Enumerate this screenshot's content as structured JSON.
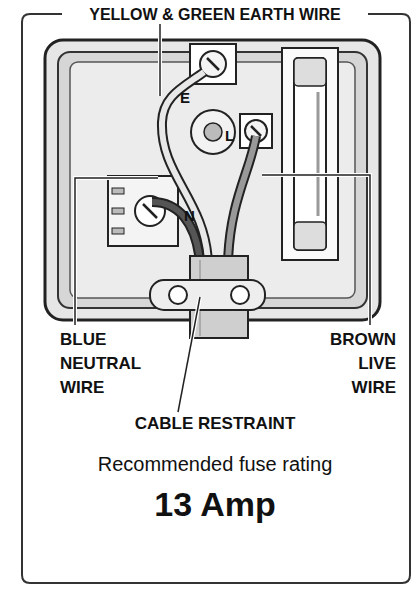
{
  "diagram": {
    "labels": [
      "YELLOW & GREEN EARTH WIRE",
      "E",
      "L",
      "N",
      "BLUE NEUTRAL WIRE",
      "BROWN LIVE WIRE",
      "CABLE RESTRAINT",
      "Recommended fuse rating",
      "13 Amp"
    ]
  }
}
